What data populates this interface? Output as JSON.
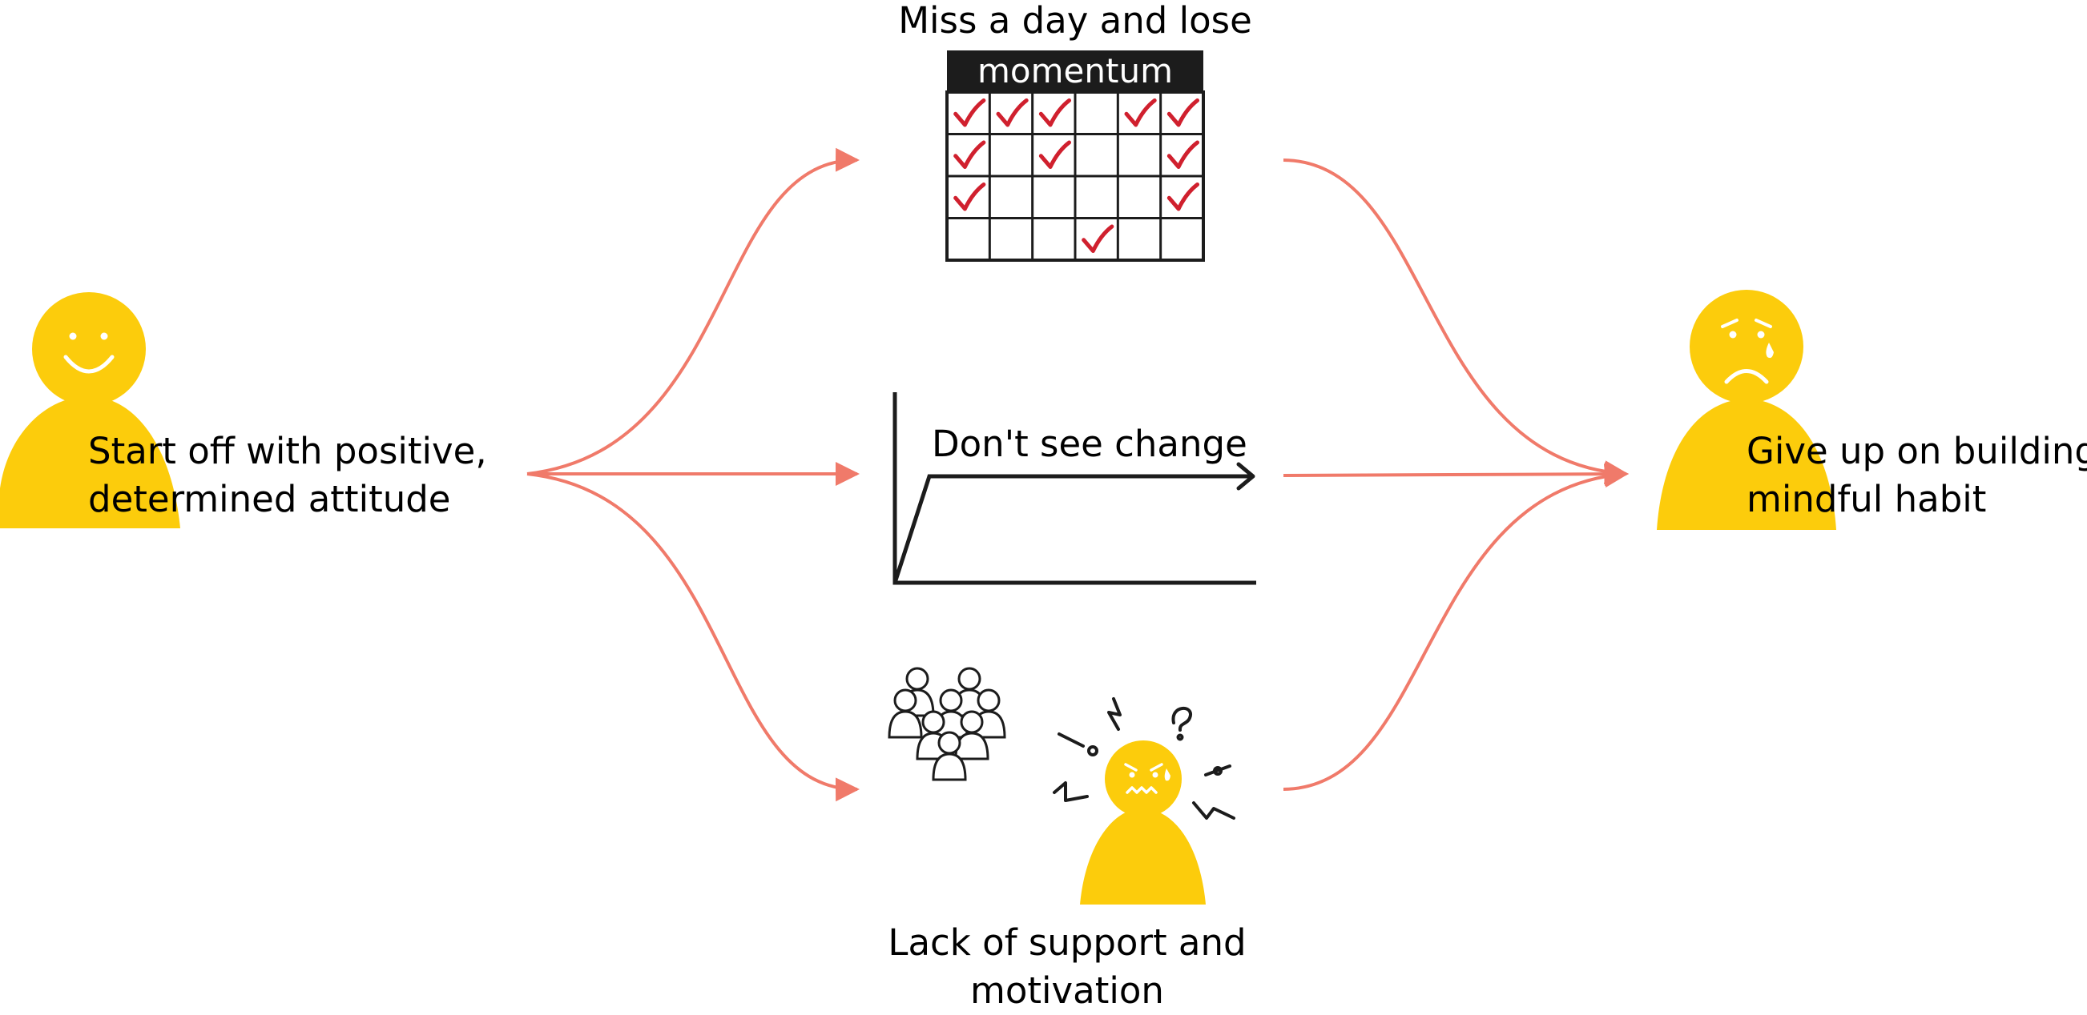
{
  "nodes": {
    "start": {
      "label_lines": [
        "Start off with positive,",
        "determined attitude"
      ]
    },
    "end": {
      "label_lines": [
        "Give up on building",
        "mindful habit"
      ]
    },
    "momentum": {
      "label_line": "Miss a day and lose",
      "header": "momentum"
    },
    "change": {
      "label": "Don't see change"
    },
    "support": {
      "label_lines": [
        "Lack of support and",
        "motivation"
      ]
    }
  },
  "calendar": {
    "columns": 6,
    "rows": 4,
    "checked": [
      [
        0,
        0
      ],
      [
        0,
        1
      ],
      [
        0,
        2
      ],
      [
        0,
        4
      ],
      [
        0,
        5
      ],
      [
        1,
        0
      ],
      [
        1,
        2
      ],
      [
        1,
        5
      ],
      [
        2,
        0
      ],
      [
        2,
        5
      ],
      [
        3,
        3
      ]
    ]
  },
  "colors": {
    "figure": "#fccc0c",
    "arrow": "#f07a6a",
    "check": "#d0202e",
    "ink": "#1c1c1c"
  },
  "icons": [
    "happy-person-icon",
    "sad-person-icon",
    "calendar-icon",
    "flat-line-chart-icon",
    "crowd-icon",
    "stressed-person-icon"
  ]
}
